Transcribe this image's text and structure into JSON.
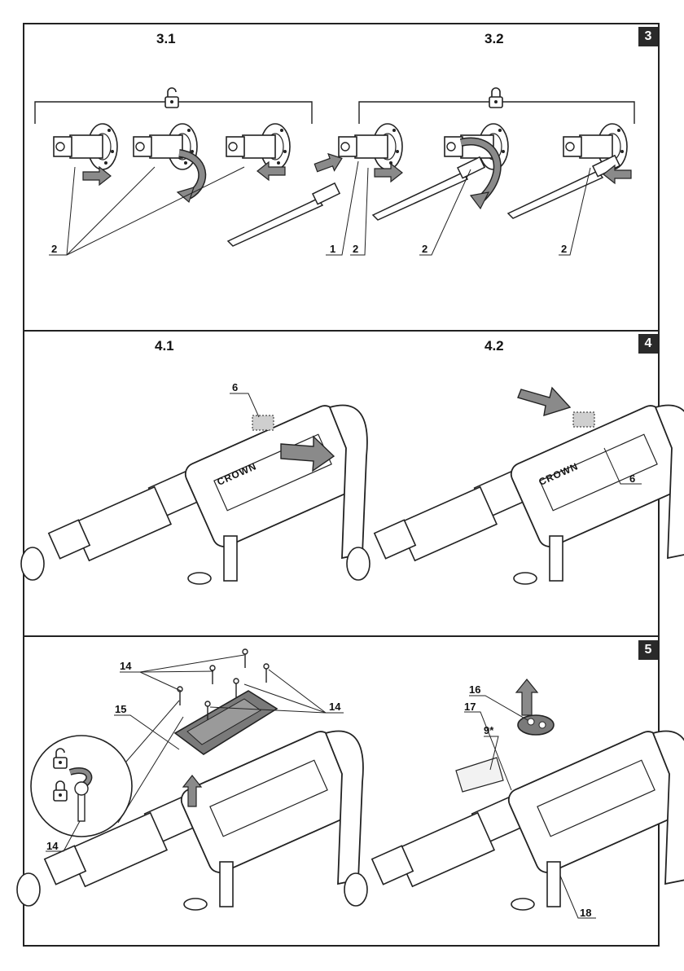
{
  "sections": [
    {
      "badge": "3",
      "subtitles": [
        "3.1",
        "3.2"
      ]
    },
    {
      "badge": "4",
      "subtitles": [
        "4.1",
        "4.2"
      ]
    },
    {
      "badge": "5"
    }
  ],
  "callouts": {
    "s3_a": "2",
    "s3_b": "1",
    "s3_c": "2",
    "s3_d": "2",
    "s3_e": "2",
    "s4_a": "6",
    "s4_b": "6",
    "s5_14a": "14",
    "s5_14b": "14",
    "s5_14c": "14",
    "s5_15": "15",
    "s5_16": "16",
    "s5_17": "17",
    "s5_9": "9*",
    "s5_18": "18"
  },
  "brand_text": "CROWN",
  "icons": [
    "lock-open-icon",
    "lock-closed-icon",
    "arrow-icon",
    "rotate-arrow-icon"
  ],
  "colors": {
    "line": "#222222",
    "arrow_fill": "#8a8a8a",
    "badge_bg": "#2a2a2a"
  }
}
